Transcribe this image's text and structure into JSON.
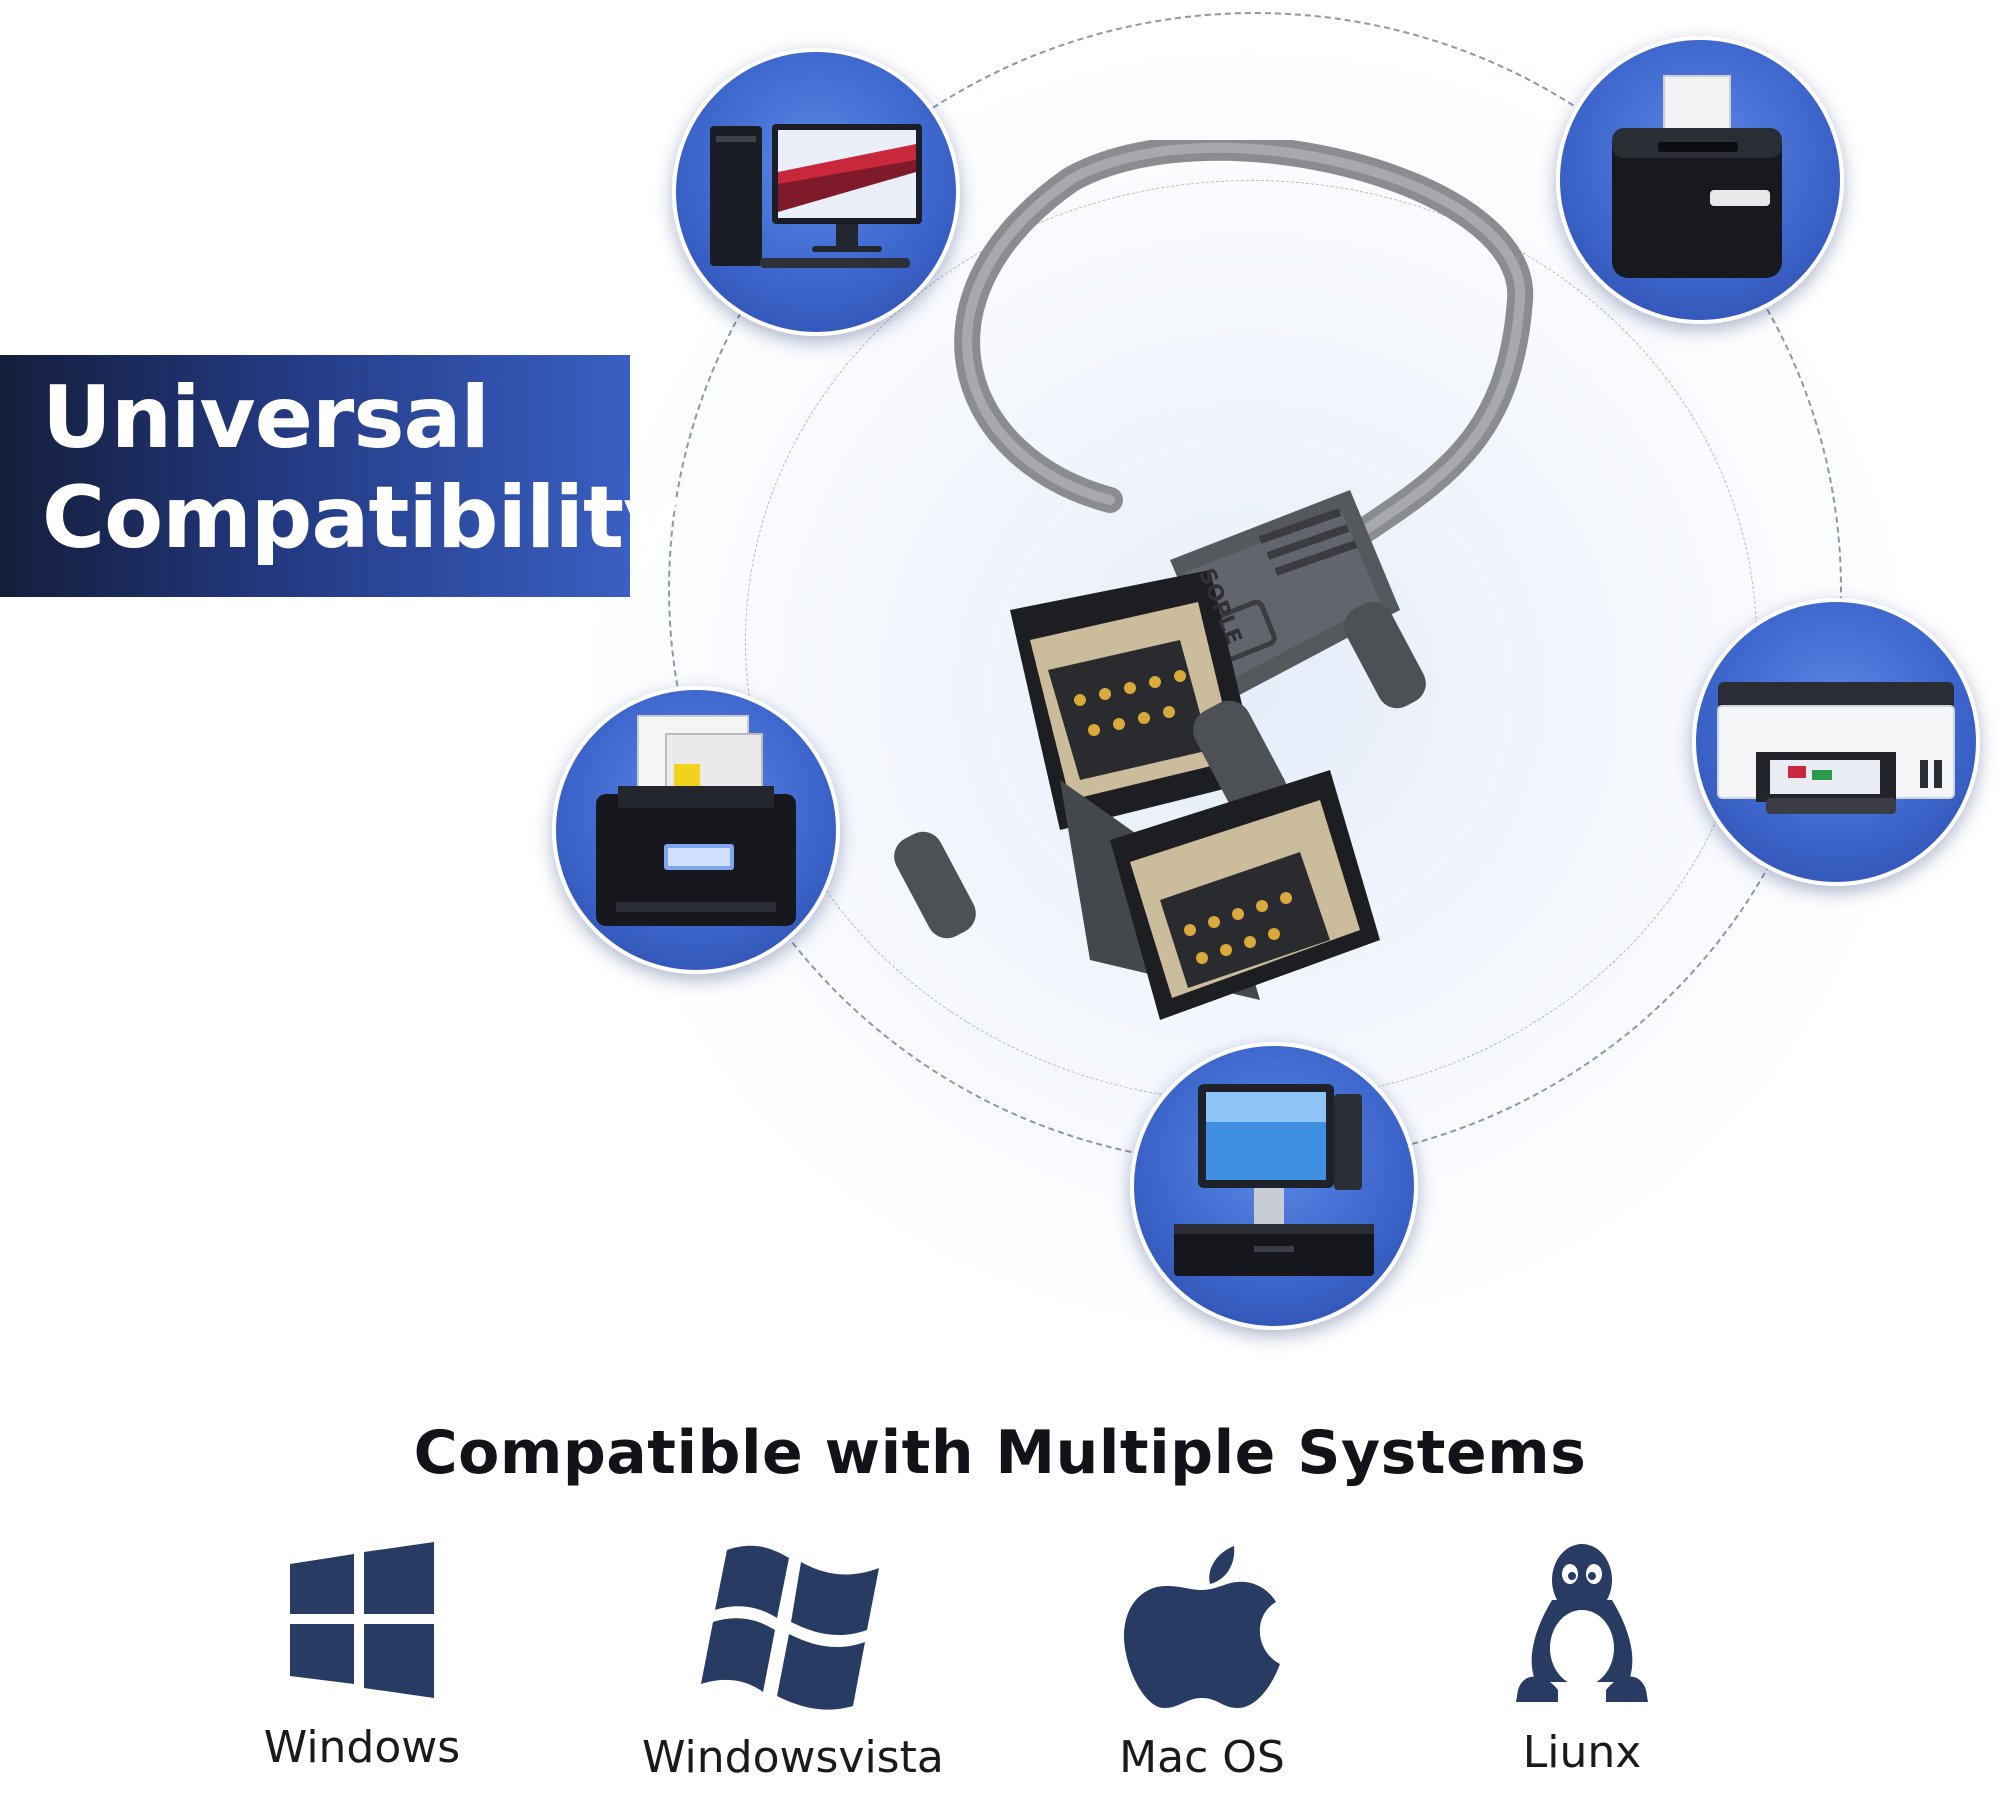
{
  "banner": {
    "line1": "Universal",
    "line2": "Compatibility"
  },
  "devices": [
    {
      "icon": "desktop-computer-icon"
    },
    {
      "icon": "receipt-printer-icon"
    },
    {
      "icon": "document-scanner-icon"
    },
    {
      "icon": "inkjet-printer-icon"
    },
    {
      "icon": "pos-terminal-icon"
    }
  ],
  "product": {
    "icon": "db9-serial-cable-icon",
    "brand_mark": "SOPLE"
  },
  "systems": {
    "title": "Compatible with Multiple Systems",
    "items": [
      {
        "icon": "windows-logo-icon",
        "label": "Windows"
      },
      {
        "icon": "windows-vista-logo-icon",
        "label": "Windowsvista"
      },
      {
        "icon": "apple-logo-icon",
        "label": "Mac OS"
      },
      {
        "icon": "linux-penguin-icon",
        "label": "Liunx"
      }
    ]
  },
  "colors": {
    "accent_blue": "#3d66cc",
    "banner_dark": "#141d3a",
    "os_icon": "#283b63"
  }
}
